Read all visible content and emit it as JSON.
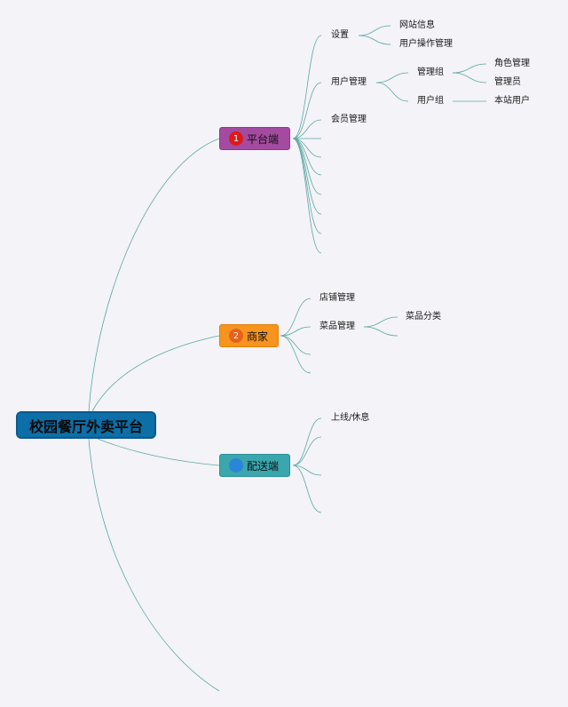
{
  "root": {
    "label": "校园餐厅外卖平台",
    "color": "#0d6fa8"
  },
  "line_color": "#5fa8a0",
  "branches": {
    "platform": {
      "label": "平台端",
      "color": "#a44aa0",
      "badge_color": "#dd1a1a",
      "children": {
        "settings": {
          "label": "设置",
          "children": {
            "site_info": "网站信息",
            "user_ops": "用户操作管理"
          }
        },
        "user_mgmt": {
          "label": "用户管理",
          "children": {
            "admin_group": {
              "label": "管理组",
              "children": {
                "role_mgmt": "角色管理",
                "admin": "管理员"
              }
            },
            "user_group": {
              "label": "用户组",
              "children": {
                "site_user": "本站用户"
              }
            }
          }
        },
        "member_mgmt": {
          "label": "会员管理"
        }
      }
    },
    "merchant": {
      "label": "商家",
      "color": "#f7941d",
      "badge_color": "#e8601a",
      "children": {
        "shop_mgmt": {
          "label": "店铺管理"
        },
        "dish_mgmt": {
          "label": "菜品管理",
          "children": {
            "dish_category": "菜品分类"
          }
        }
      }
    },
    "delivery": {
      "label": "配送端",
      "color": "#3aa6ae",
      "badge_color": "#2a86d8",
      "children": {
        "online_offline": {
          "label": "上线/休息"
        }
      }
    }
  }
}
